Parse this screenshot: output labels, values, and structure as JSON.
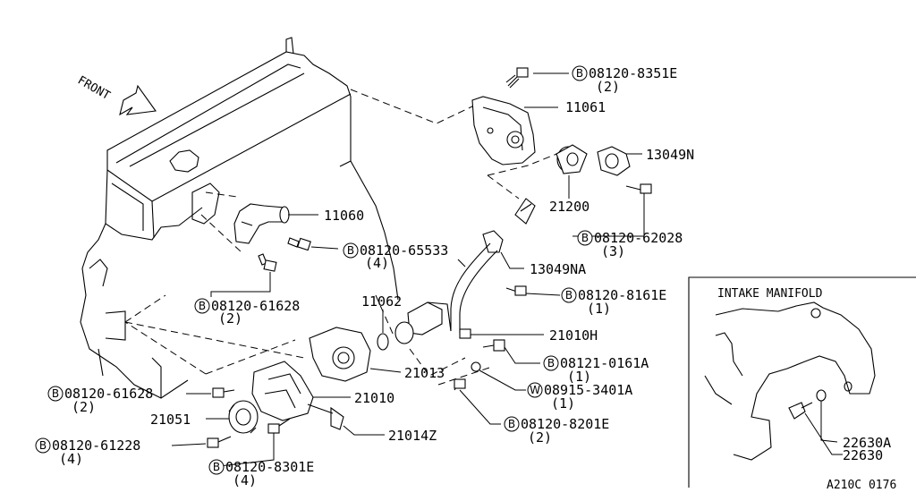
{
  "front_label": "FRONT",
  "inset": {
    "title": "INTAKE MANIFOLD"
  },
  "figure_code": "A210C 0176",
  "parts": {
    "p11061": "11061",
    "p13049N": "13049N",
    "p21200": "21200",
    "p11060": "11060",
    "p13049NA": "13049NA",
    "p11062": "11062",
    "p21010H": "21010H",
    "p21013": "21013",
    "p21010": "21010",
    "p21051": "21051",
    "p21014Z": "21014Z",
    "p22630A": "22630A",
    "p22630": "22630"
  },
  "fasteners": [
    {
      "prefix": "B",
      "code": "08120-8351E",
      "qty": "(2)"
    },
    {
      "prefix": "B",
      "code": "08120-62028",
      "qty": "(3)"
    },
    {
      "prefix": "B",
      "code": "08120-65533",
      "qty": "(4)"
    },
    {
      "prefix": "B",
      "code": "08120-8161E",
      "qty": "(1)"
    },
    {
      "prefix": "B",
      "code": "08120-61628",
      "qty": "(2)"
    },
    {
      "prefix": "B",
      "code": "08121-0161A",
      "qty": "(1)"
    },
    {
      "prefix": "W",
      "code": "08915-3401A",
      "qty": "(1)"
    },
    {
      "prefix": "B",
      "code": "08120-61628",
      "qty": "(2)"
    },
    {
      "prefix": "B",
      "code": "08120-8201E",
      "qty": "(2)"
    },
    {
      "prefix": "B",
      "code": "08120-61228",
      "qty": "(4)"
    },
    {
      "prefix": "B",
      "code": "08120-8301E",
      "qty": "(4)"
    }
  ]
}
